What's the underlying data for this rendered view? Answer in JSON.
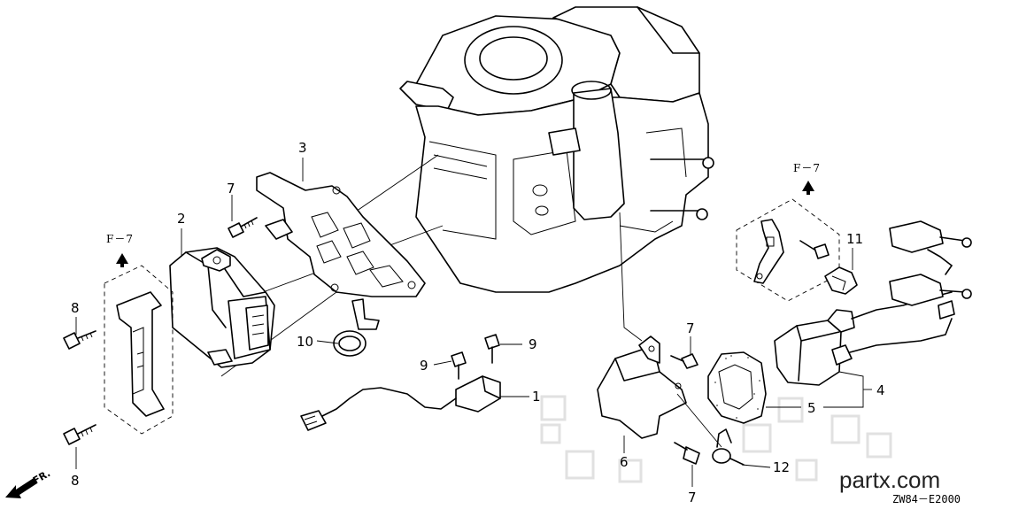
{
  "callouts": {
    "c1": "1",
    "c2": "2",
    "c3": "3",
    "c4": "4",
    "c5": "5",
    "c6": "6",
    "c7a": "7",
    "c7b": "7",
    "c7c": "7",
    "c8a": "8",
    "c8b": "8",
    "c9a": "9",
    "c9b": "9",
    "c10": "10",
    "c11": "11",
    "c12": "12"
  },
  "refs": {
    "left": "F－7",
    "right": "F－7"
  },
  "front_label": "FR.",
  "watermark": "partx.com",
  "drawing_code": "ZW84－E2000",
  "colors": {
    "line": "#000000",
    "background": "#ffffff",
    "watermark_pattern": "#cfcfcf"
  },
  "icons": [
    "up-arrow-icon",
    "front-arrow-icon"
  ]
}
